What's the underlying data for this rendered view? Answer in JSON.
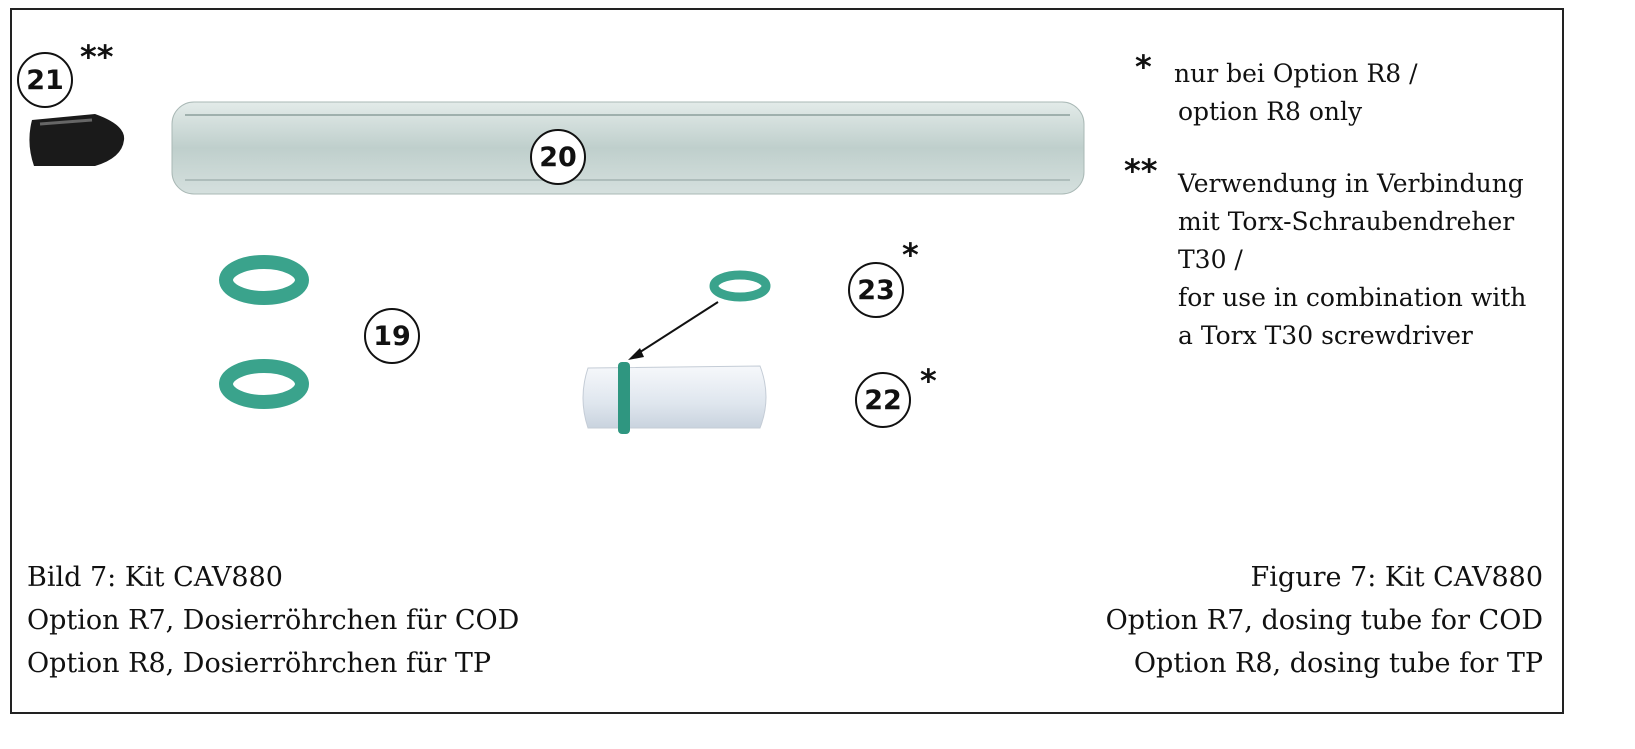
{
  "callouts": {
    "c21": "21",
    "c20": "20",
    "c19": "19",
    "c23": "23",
    "c22": "22"
  },
  "stars": {
    "single": "*",
    "double": "**"
  },
  "notes": {
    "note1_marker": "*",
    "note1_lines": [
      "nur bei Option R8 /",
      "option R8 only"
    ],
    "note2_marker": "**",
    "note2_lines": [
      "Verwendung in Verbindung",
      "mit Torx-Schraubendreher",
      "T30 /",
      "for use in combination with",
      "a Torx T30 screwdriver"
    ]
  },
  "caption_de": [
    "Bild 7: Kit CAV880",
    "Option R7, Dosierröhrchen für COD",
    "Option R8, Dosierröhrchen für TP"
  ],
  "caption_en": [
    "Figure 7: Kit CAV880",
    "Option R7, dosing tube for COD",
    "Option R8, dosing tube for TP"
  ],
  "colors": {
    "oring": "#3aa38c",
    "glass": "#c9d6d4",
    "cap": "#1a1a1a",
    "ptfe": "#e8edf2"
  }
}
